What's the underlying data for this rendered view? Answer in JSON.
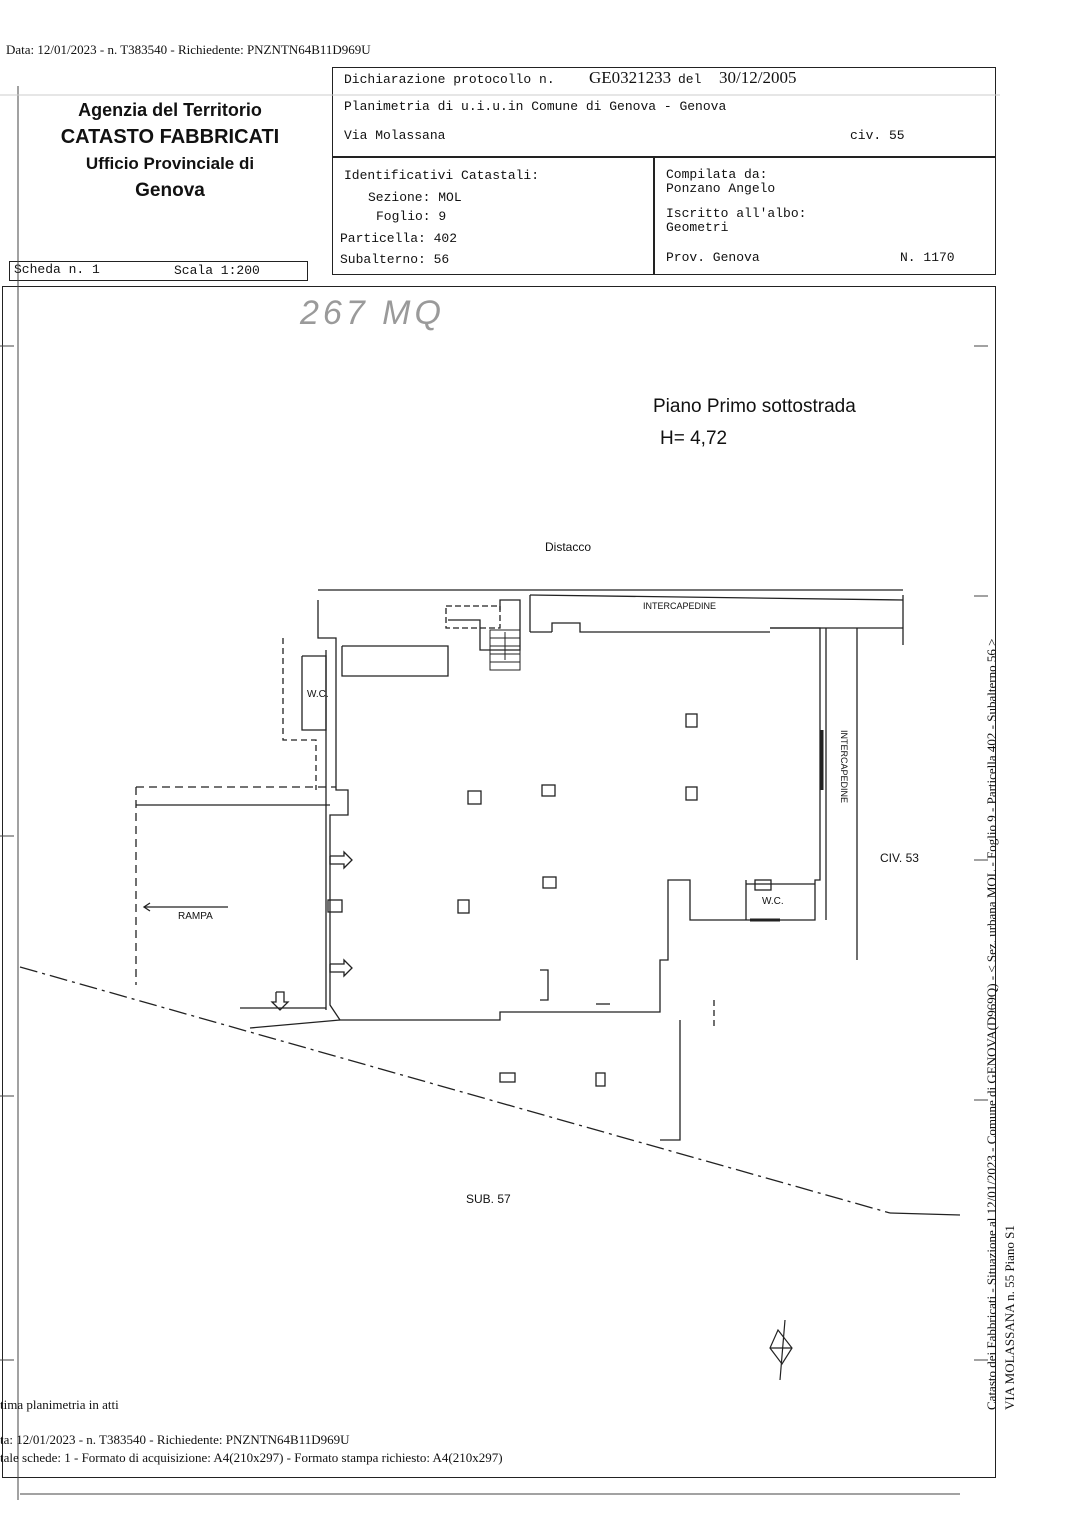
{
  "top_line": "Data: 12/01/2023 - n. T383540 - Richiedente: PNZNTN64B11D969U",
  "agency": {
    "line1": "Agenzia del Territorio",
    "line2": "CATASTO FABBRICATI",
    "line3": "Ufficio Provinciale di",
    "line4": "Genova"
  },
  "header": {
    "protocol_label": "Dichiarazione protocollo n.",
    "protocol_number": "GE0321233",
    "date_label": "del",
    "date": "30/12/2005",
    "plan_title": "Planimetria di u.i.u.in Comune di Genova - Genova",
    "street": "Via Molassana",
    "civ": "civ. 55"
  },
  "identifiers": {
    "title": "Identificativi Catastali:",
    "sezione": "Sezione: MOL",
    "foglio": "Foglio: 9",
    "particella": "Particella: 402",
    "subalterno": "Subalterno: 56"
  },
  "compiler": {
    "compiled_by_label": "Compilata da:",
    "compiled_by": "Ponzano Angelo",
    "registered_label": "Iscritto all'albo:",
    "registered": "Geometri",
    "province": "Prov. Genova",
    "number": "N.  1170"
  },
  "sheet": {
    "scheda": "Scheda n. 1",
    "scala": "Scala 1:200"
  },
  "handwritten": "267 MQ",
  "floor": {
    "name": "Piano Primo sottostrada",
    "height": "H= 4,72"
  },
  "labels": {
    "distacco": "Distacco",
    "intercapedine_top": "INTERCAPEDINE",
    "intercapedine_side": "INTERCAPEDINE",
    "wc_left": "W.C.",
    "wc_right": "W.C.",
    "rampa": "RAMPA",
    "civ53": "CIV. 53",
    "sub57": "SUB. 57"
  },
  "side_text": {
    "line1": "Catasto dei Fabbricati - Situazione al 12/01/2023 - Comune di GENOVA(D969Q) - < Sez. urbana MOL -  Foglio 9 - Particella 402 - Subalterno 56 >",
    "line2": "VIA MOLASSANA n. 55 Piano S1"
  },
  "footer": {
    "line1": "tima planimetria in atti",
    "line2": "ta: 12/01/2023 - n. T383540 - Richiedente: PNZNTN64B11D969U",
    "line3": "tale schede: 1 - Formato di acquisizione: A4(210x297)  - Formato stampa richiesto: A4(210x297)"
  }
}
